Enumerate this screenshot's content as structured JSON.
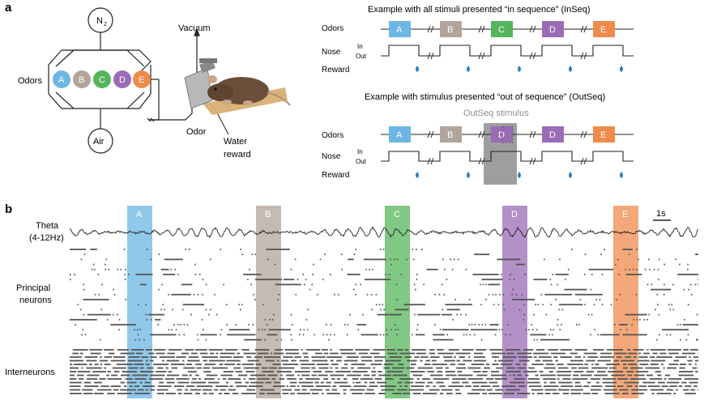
{
  "panel_a": {
    "label": "a",
    "gas_top": "N",
    "gas_top_sub": "2",
    "gas_bottom": "Air",
    "odors_label": "Odors",
    "vacuum_label": "Vacuum",
    "odor_label": "Odor",
    "water_label_1": "Water",
    "water_label_2": "reward",
    "valves": [
      "A",
      "B",
      "C",
      "D",
      "E"
    ],
    "inseq_title": "Example with all stimuli presented “in sequence” (InSeq)",
    "outseq_title": "Example with stimulus presented “out of sequence” (OutSeq)",
    "outseq_stimulus_label": "OutSeq stimulus",
    "row_odors": "Odors",
    "row_nose": "Nose",
    "row_reward": "Reward",
    "nose_in": "In",
    "nose_out": "Out",
    "inseq_sequence": [
      "A",
      "B",
      "C",
      "D",
      "E"
    ],
    "outseq_sequence": [
      "A",
      "B",
      "D",
      "D",
      "E"
    ]
  },
  "panel_b": {
    "label": "b",
    "theta_label_1": "Theta",
    "theta_label_2": "(4-12Hz)",
    "principal_label_1": "Principal",
    "principal_label_2": "neurons",
    "interneurons_label": "Interneurons",
    "scale_bar_label": "1s",
    "odor_windows": [
      "A",
      "B",
      "C",
      "D",
      "E"
    ]
  },
  "colors": {
    "A": "#6bb6e3",
    "B": "#b3a49a",
    "C": "#55b55a",
    "D": "#9b6bb5",
    "E": "#f08a4b",
    "reward_drop": "#2c7fc1",
    "outseq_highlight": "#9e9e9e"
  }
}
